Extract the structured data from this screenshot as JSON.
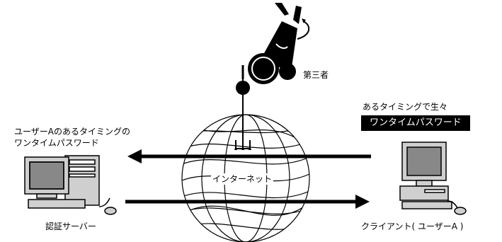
{
  "labels": {
    "third_party": "第三者",
    "timing_generated": "あるタイミングで生々",
    "otp_badge": "ワンタイムパスワード",
    "user_a_line1": "ユーザーAのあるタイミングの",
    "user_a_line2": "ワンタイムパスワード",
    "internet": "インターネット",
    "auth_server": "認証サーバー",
    "client": "クライアント( ユーザーA )"
  }
}
